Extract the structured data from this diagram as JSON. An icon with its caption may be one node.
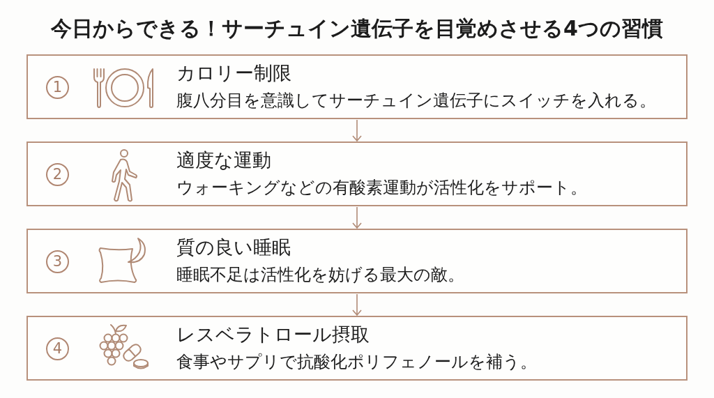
{
  "diagram": {
    "title": "今日からできる！サーチュイン遺伝子を目覚めさせる4つの習慣",
    "nodes": [
      {
        "text": [
          "1",
          "カロリー制限",
          "腹八分目を意識してサーチュイン遺伝子にスイッチを入れる。"
        ]
      },
      {
        "text": [
          "2",
          "適度な運動",
          "ウォーキングなどの有酸素運動が活性化をサポート。"
        ]
      },
      {
        "text": [
          "3",
          "質の良い睡眠",
          "睡眠不足は活性化を妨げる最大の敵。"
        ]
      },
      {
        "text": [
          "4",
          "レスベラトロール摂取",
          "食事やサプリで抗酸化ポリフェノールを補う。"
        ]
      }
    ],
    "edges": [
      {
        "from": 0,
        "to": 1,
        "arrow": "to"
      },
      {
        "from": 1,
        "to": 2,
        "arrow": "to"
      },
      {
        "from": 2,
        "to": 3,
        "arrow": "to"
      }
    ]
  }
}
